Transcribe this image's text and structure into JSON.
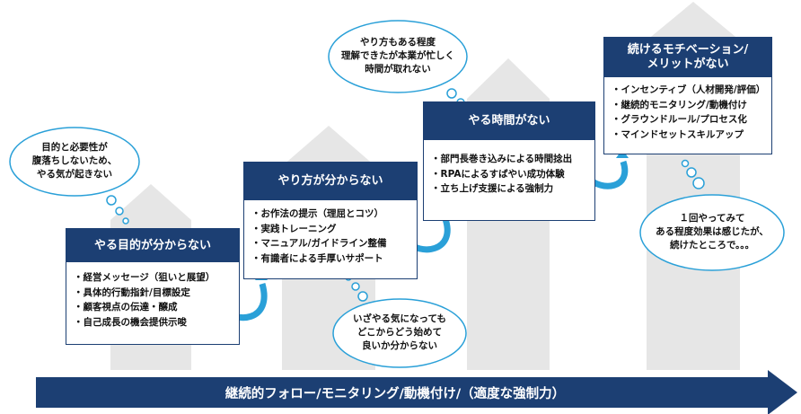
{
  "cards": [
    {
      "id": "purpose",
      "title": [
        "やる目的が分からない"
      ],
      "items": [
        "経営メッセージ（狙いと展望）",
        "具体的行動指針/目標設定",
        "顧客視点の伝達・醸成",
        "自己成長の機会提供示唆"
      ]
    },
    {
      "id": "method",
      "title": [
        "やり方が分からない"
      ],
      "items": [
        "お作法の提示（理屈とコツ）",
        "実践トレーニング",
        "マニュアル/ガイドライン整備",
        "有識者による手厚いサポート"
      ]
    },
    {
      "id": "time",
      "title": [
        "やる時間がない"
      ],
      "items": [
        "部門長巻き込みによる時間捻出",
        "RPAによるすばやい成功体験",
        "立ち上げ支援による強制力"
      ]
    },
    {
      "id": "motivation",
      "title": [
        "続けるモチベーション/",
        "メリットがない"
      ],
      "items": [
        "インセンティブ（人材開発/評価）",
        "継続的モニタリング/動機付け",
        "グラウンドルール/プロセス化",
        "マインドセットスキルアップ"
      ]
    }
  ],
  "bubbles": [
    {
      "id": "purpose",
      "lines": [
        "目的と必要性が",
        "腹落ちしないため、",
        "やる気が起きない"
      ]
    },
    {
      "id": "method",
      "lines": [
        "いざやる気になっても",
        "どこからどう始めて",
        "良いか分からない"
      ]
    },
    {
      "id": "time",
      "lines": [
        "やり方もある程度",
        "理解できたが本業が忙しく",
        "時間が取れない"
      ]
    },
    {
      "id": "motivation",
      "lines": [
        "１回やってみて",
        "ある程度効果は感じたが、",
        "続けたところで。。。"
      ]
    }
  ],
  "banner": {
    "label": "継続的フォロー/モニタリング/動機付け/（適度な強制力）"
  },
  "colors": {
    "navy": "#1c3f73",
    "gray_arrow": "#e6e6e6",
    "cyan": "#2aa0d8",
    "bubble_fill": "#ffffff"
  }
}
